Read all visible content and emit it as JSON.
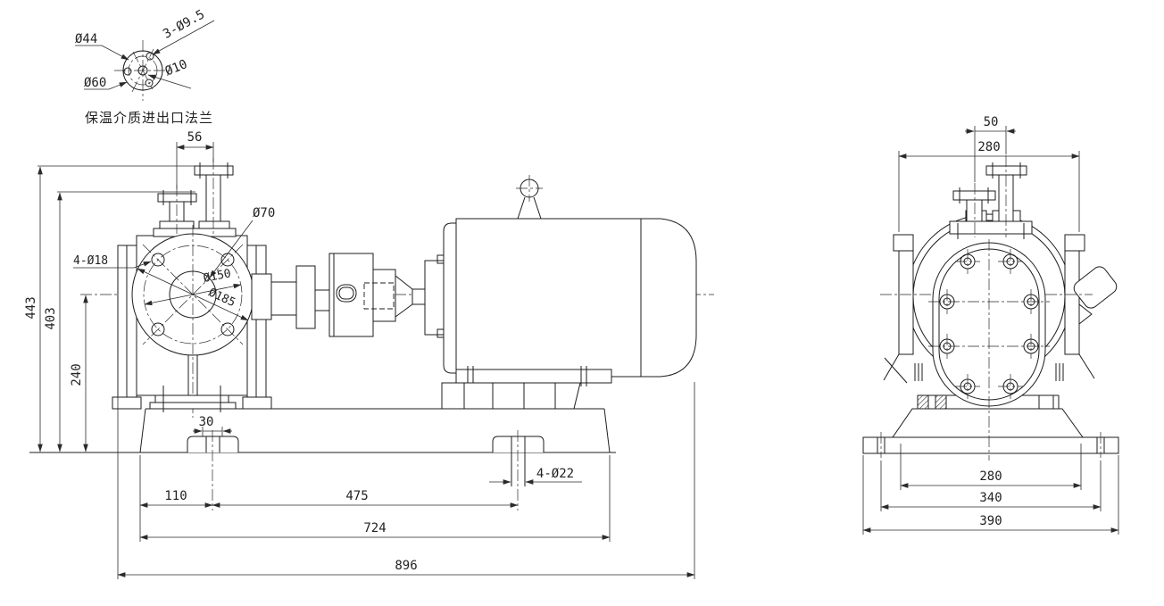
{
  "drawing": {
    "background": "#ffffff",
    "line_color": "#1c1c1c",
    "text_color": "#222222"
  },
  "detail_view": {
    "caption": "保温介质进出口法兰",
    "dims": {
      "bolt_circle": "Ø44",
      "holes": "3-Ø9.5",
      "outer_diameter": "Ø60",
      "bore": "Ø10"
    }
  },
  "front_view": {
    "dims": {
      "nozzle_spacing": "56",
      "hub_diameter": "Ø70",
      "cover_holes": "4-Ø18",
      "bolt_circle": "Ø150",
      "cover_diameter": "Ø185",
      "height_total": "443",
      "height_suction": "403",
      "shaft_height": "240",
      "foot_slot_width": "30",
      "base_hole_offset": "110",
      "base_hole_spacing": "475",
      "base_length": "724",
      "overall_length": "896",
      "base_holes": "4-Ø22"
    }
  },
  "side_view": {
    "dims": {
      "nozzle_offset": "50",
      "body_width": "280",
      "foot_span": "280",
      "anchor_span": "340",
      "base_width": "390"
    }
  }
}
